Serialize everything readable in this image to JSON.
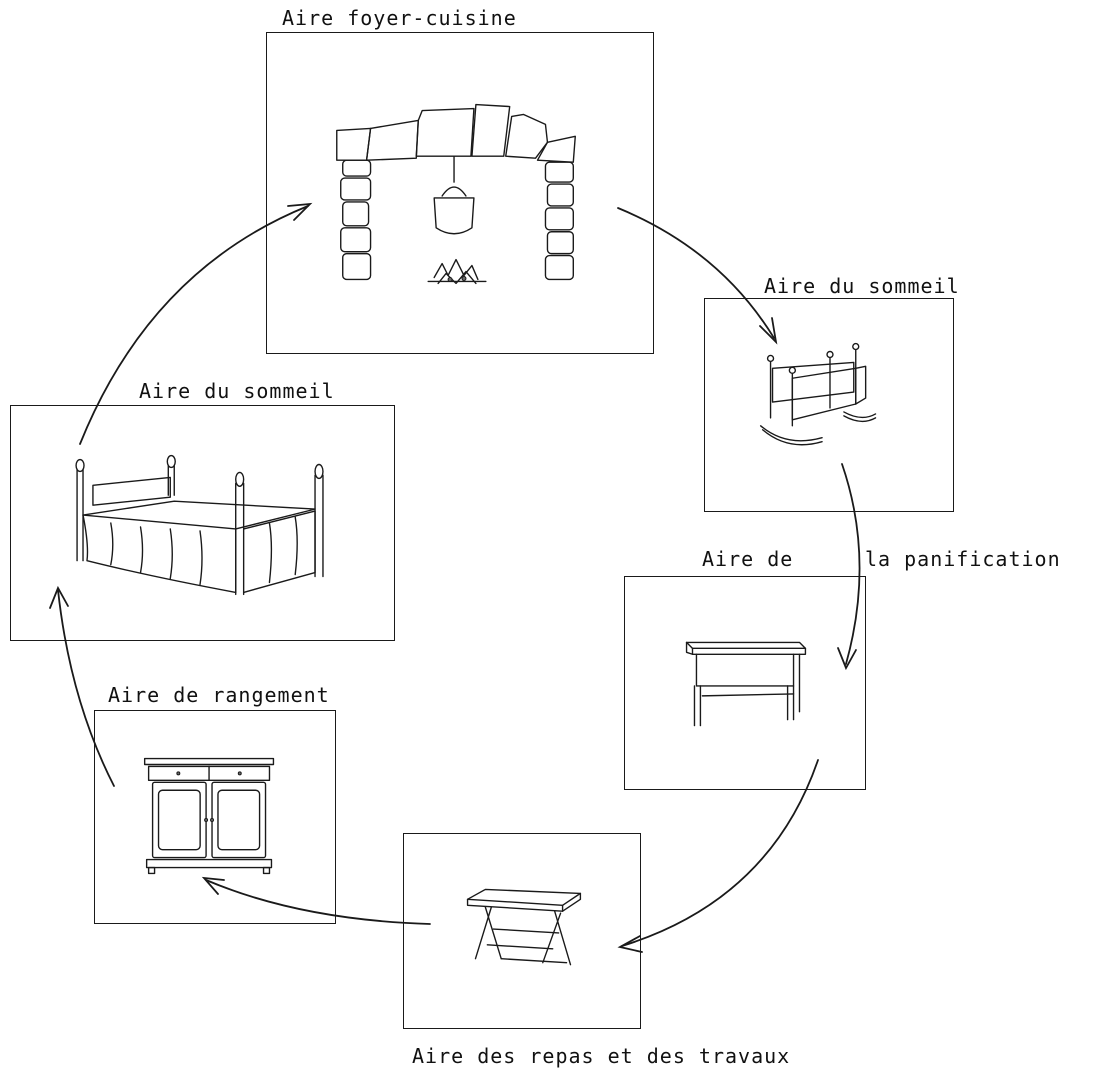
{
  "areas": {
    "hearth": {
      "label": "Aire foyer-cuisine"
    },
    "sleep_cradle": {
      "label": "Aire du sommeil"
    },
    "bread": {
      "label_part1": "Aire de",
      "label_part2": "la panification"
    },
    "meals": {
      "label": "Aire des repas et des travaux"
    },
    "storage": {
      "label": "Aire de rangement"
    },
    "sleep_bed": {
      "label": "Aire du sommeil"
    }
  },
  "cycle_order": [
    "hearth",
    "sleep_cradle",
    "bread",
    "meals",
    "storage",
    "sleep_bed",
    "hearth"
  ]
}
